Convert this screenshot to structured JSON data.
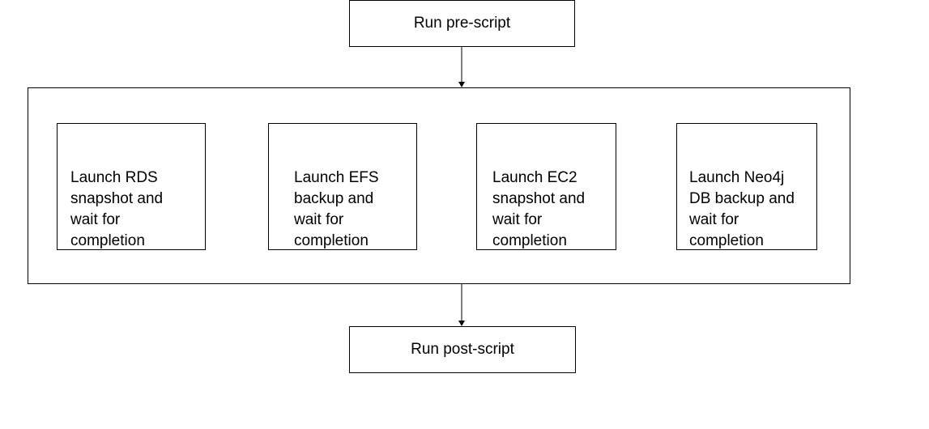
{
  "flow": {
    "pre_script": "Run pre-script",
    "post_script": "Run post-script",
    "parallel_tasks": [
      {
        "label": "Launch RDS\nsnapshot and\nwait for\ncompletion"
      },
      {
        "label": "Launch EFS\nbackup and\nwait for\ncompletion"
      },
      {
        "label": "Launch EC2\nsnapshot and\nwait for\ncompletion"
      },
      {
        "label": "Launch Neo4j\nDB backup and\nwait for\ncompletion"
      }
    ]
  },
  "colors": {
    "stroke": "#000000",
    "fill": "#ffffff"
  }
}
